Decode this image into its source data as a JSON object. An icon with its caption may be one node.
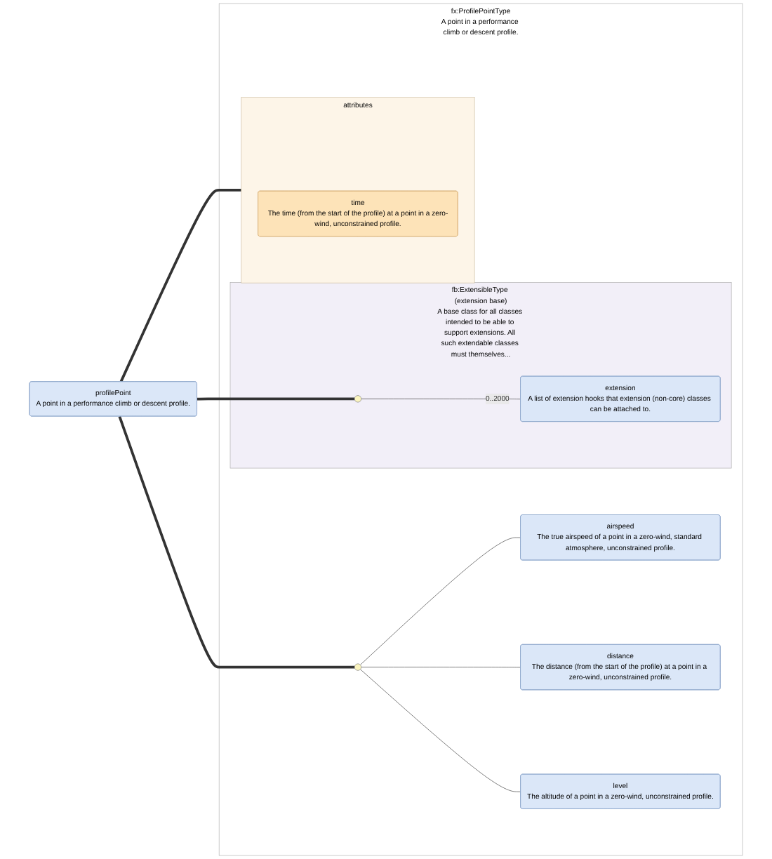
{
  "diagram": {
    "nodes": [
      {
        "text": [
          "profilePoint",
          "A point in a performance climb or descent profile."
        ]
      },
      {
        "text": [
          "fx:ProfilePointType",
          "A point in a performance climb or descent profile."
        ]
      },
      {
        "text": [
          "fb:ExtensibleType (extension base)",
          "A base class for all classes intended to be able to support extensions. All such extendable classes must themselves..."
        ],
        "in": 1
      },
      {
        "text": [],
        "shape": "circle",
        "in": 2
      },
      {
        "text": [
          "extension",
          "A list of extension hooks that extension (non-core) classes can be attached to."
        ],
        "in": 2
      },
      {
        "text": [
          "attributes"
        ],
        "in": 1
      },
      {
        "text": [
          "time",
          "The time (from the start of the profile) at a point in a zero-wind, unconstrained profile."
        ],
        "in": 5
      },
      {
        "text": [],
        "shape": "circle",
        "in": 1
      },
      {
        "text": [
          "airspeed",
          "The true airspeed of a point in a zero-wind, standard atmosphere, unconstrained profile."
        ],
        "in": 1
      },
      {
        "text": [
          "distance",
          "The distance (from the start of the profile) at a point in a zero-wind, unconstrained profile."
        ],
        "in": 1
      },
      {
        "text": [
          "level",
          "The altitude of a point in a zero-wind, unconstrained profile."
        ],
        "in": 1
      }
    ],
    "edges": [
      {
        "from": 0,
        "to": 3,
        "arrow": "none",
        "style": "thick"
      },
      {
        "from": 3,
        "to": 4,
        "arrow": "none",
        "label": "0..2000"
      },
      {
        "from": 0,
        "to": 5,
        "arrow": "none",
        "style": "thick"
      },
      {
        "from": 0,
        "to": 7,
        "arrow": "none",
        "style": "thick"
      },
      {
        "from": 7,
        "to": 8,
        "arrow": "none"
      },
      {
        "from": 7,
        "to": 9,
        "arrow": "none"
      },
      {
        "from": 7,
        "to": 10,
        "arrow": "none"
      }
    ]
  }
}
